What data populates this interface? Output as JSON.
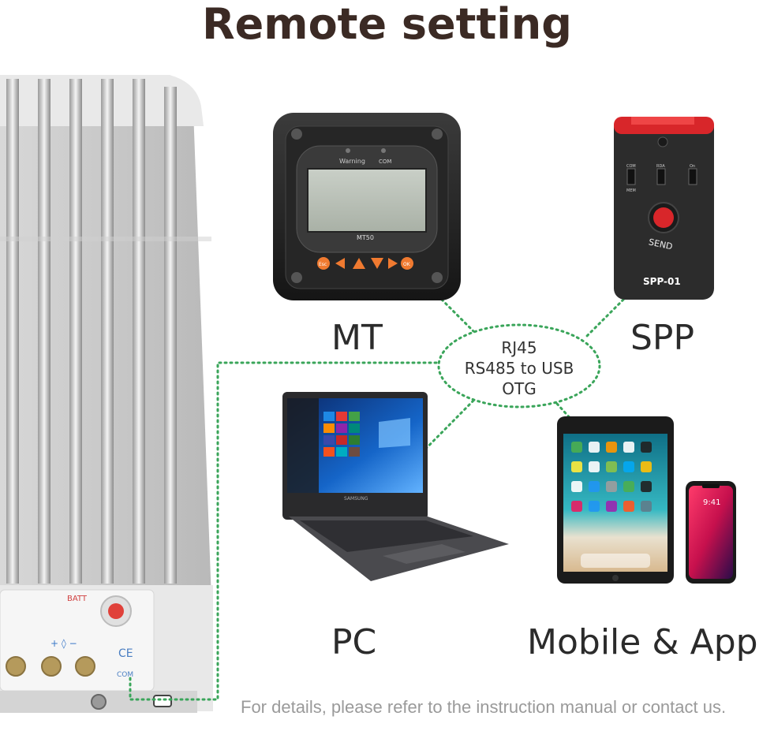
{
  "title": "Remote setting",
  "devices": {
    "mt": {
      "label": "MT",
      "screen_warning": "Warning",
      "screen_com": "COM",
      "model": "MT50",
      "btn_esc": "Esc",
      "btn_ok": "OK"
    },
    "spp": {
      "label": "SPP",
      "send": "SEND",
      "model": "SPP-01",
      "switch_com": "COM",
      "switch_mem": "MEM",
      "switch_rda": "RDA",
      "switch_on": "On"
    },
    "pc": {
      "label": "PC",
      "brand": "SAMSUNG"
    },
    "mobile": {
      "label": "Mobile & App",
      "phone_time": "9:41"
    }
  },
  "hub": {
    "line1": "RJ45",
    "line2": "RS485 to USB",
    "line3": "OTG"
  },
  "controller": {
    "batt_label": "BATT",
    "com_label": "COM",
    "ce_mark": "CE"
  },
  "footer": "For details, please refer to the instruction manual or contact us.",
  "colors": {
    "title": "#3b2a24",
    "dotted_link": "#3aa55a",
    "controller_body": "#e6e6e6",
    "mt_orange": "#f07a30",
    "spp_red": "#d8262a"
  }
}
